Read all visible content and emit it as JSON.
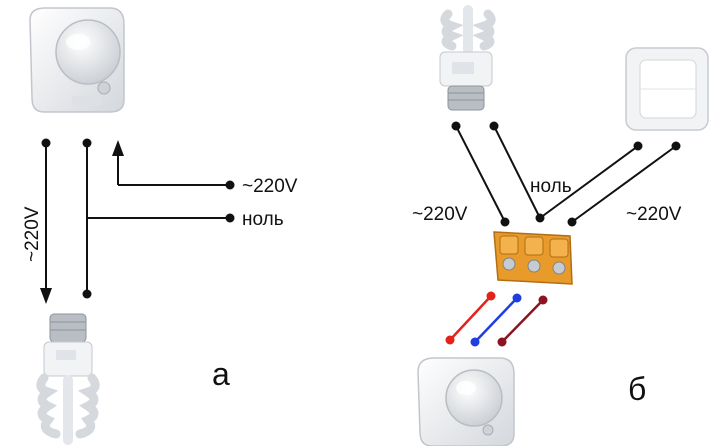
{
  "diagram_a": {
    "label_220_vertical": "~220V",
    "label_220_right": "~220V",
    "label_null": "ноль",
    "caption": "а"
  },
  "diagram_b": {
    "label_220_left": "~220V",
    "label_null": "ноль",
    "label_220_right": "~220V",
    "caption": "б"
  },
  "colors": {
    "wire": "#111111",
    "sensor_body": "#e9ebee",
    "lamp_glass": "#f4f6f8",
    "lamp_base": "#b9bec4",
    "terminal_block": "#e89a2a",
    "wire_red": "#e2231a",
    "wire_blue": "#1f3de0",
    "wire_darkred": "#8b1420"
  }
}
